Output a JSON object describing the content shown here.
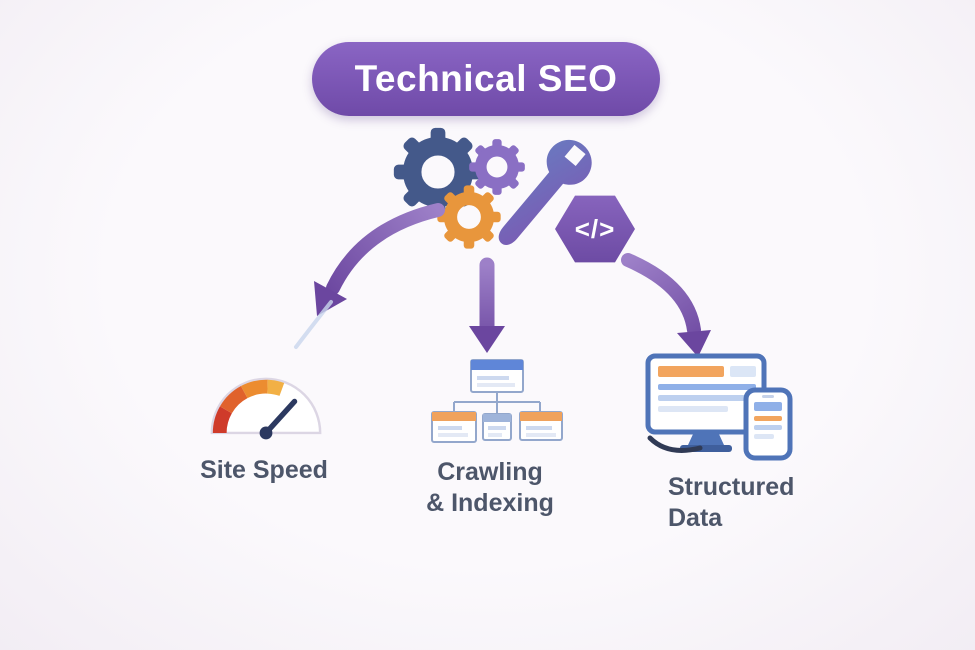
{
  "banner": {
    "title": "Technical SEO"
  },
  "icons": {
    "code_text": "</>"
  },
  "nodes": {
    "site_speed": {
      "label": "Site Speed"
    },
    "crawling": {
      "line1": "Crawling",
      "line2": "& Indexing"
    },
    "structured": {
      "line1": "Structured",
      "line2": "Data"
    }
  },
  "colors": {
    "banner_top": "#8a65c4",
    "banner_bottom": "#6f4aa8",
    "arrow": "#6b469f",
    "label_text": "#4d566a",
    "gear_blue": "#44598a",
    "gear_purple": "#8a6fc4",
    "gear_orange": "#e8963c",
    "hexagon": "#7a57ae",
    "gauge_red": "#cf3b2a",
    "gauge_orange": "#ec8c30",
    "box_blue": "#5f86d8",
    "box_orange": "#f0a25c",
    "device_frame": "#4f74b8"
  }
}
